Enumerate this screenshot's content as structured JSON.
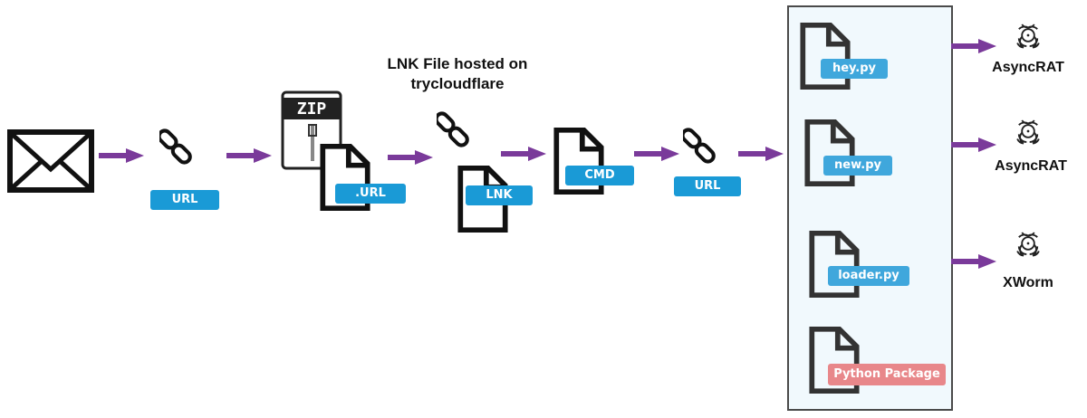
{
  "diagram": {
    "title": {
      "line1": "LNK File hosted on",
      "line2": "trycloudflare"
    },
    "stages": [
      {
        "icon": "envelope-icon",
        "label": ""
      },
      {
        "icon": "link-icon",
        "label": "URL"
      },
      {
        "icon": "zip-file-icon",
        "label": ".URL",
        "badge": "ZIP"
      },
      {
        "icon": "link-icon",
        "label": "LNK"
      },
      {
        "icon": "file-icon",
        "label": "CMD"
      },
      {
        "icon": "link-icon",
        "label": "URL"
      }
    ],
    "payload_files": [
      {
        "icon": "file-icon",
        "label": "hey.py"
      },
      {
        "icon": "file-icon",
        "label": "new.py"
      },
      {
        "icon": "file-icon",
        "label": "loader.py"
      },
      {
        "icon": "file-icon",
        "label": "Python Package"
      }
    ],
    "malware": [
      {
        "icon": "biohazard-icon",
        "name": "AsyncRAT"
      },
      {
        "icon": "biohazard-icon",
        "name": "AsyncRAT"
      },
      {
        "icon": "biohazard-icon",
        "name": "XWorm"
      }
    ],
    "colors": {
      "arrow": "#7a3a9a",
      "label_blue": "#1a9ad6",
      "label_pink": "#e8878a",
      "panel_bg": "#f1f9fd"
    }
  }
}
